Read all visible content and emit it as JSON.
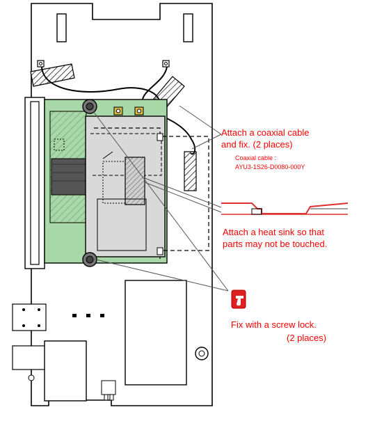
{
  "annotations": {
    "coaxial_line1": "Attach a coaxial cable",
    "coaxial_line2": "and fix. (2 places)",
    "cable_label": "Coaxial cable :",
    "cable_part": "AYU3-1S26-D0080-000Y",
    "heatsink_line1": "Attach a heat sink so that",
    "heatsink_line2": "parts may not be touched.",
    "screwlock_line1": "Fix with a screw lock.",
    "screwlock_line2": "(2 places)"
  },
  "icons": {
    "screw_lock": "screw-lock-adhesive-icon"
  },
  "colors": {
    "annotation": "#ff0000",
    "board": "#a8d7a8",
    "module": "#d9d9d9",
    "outline": "#000000"
  }
}
